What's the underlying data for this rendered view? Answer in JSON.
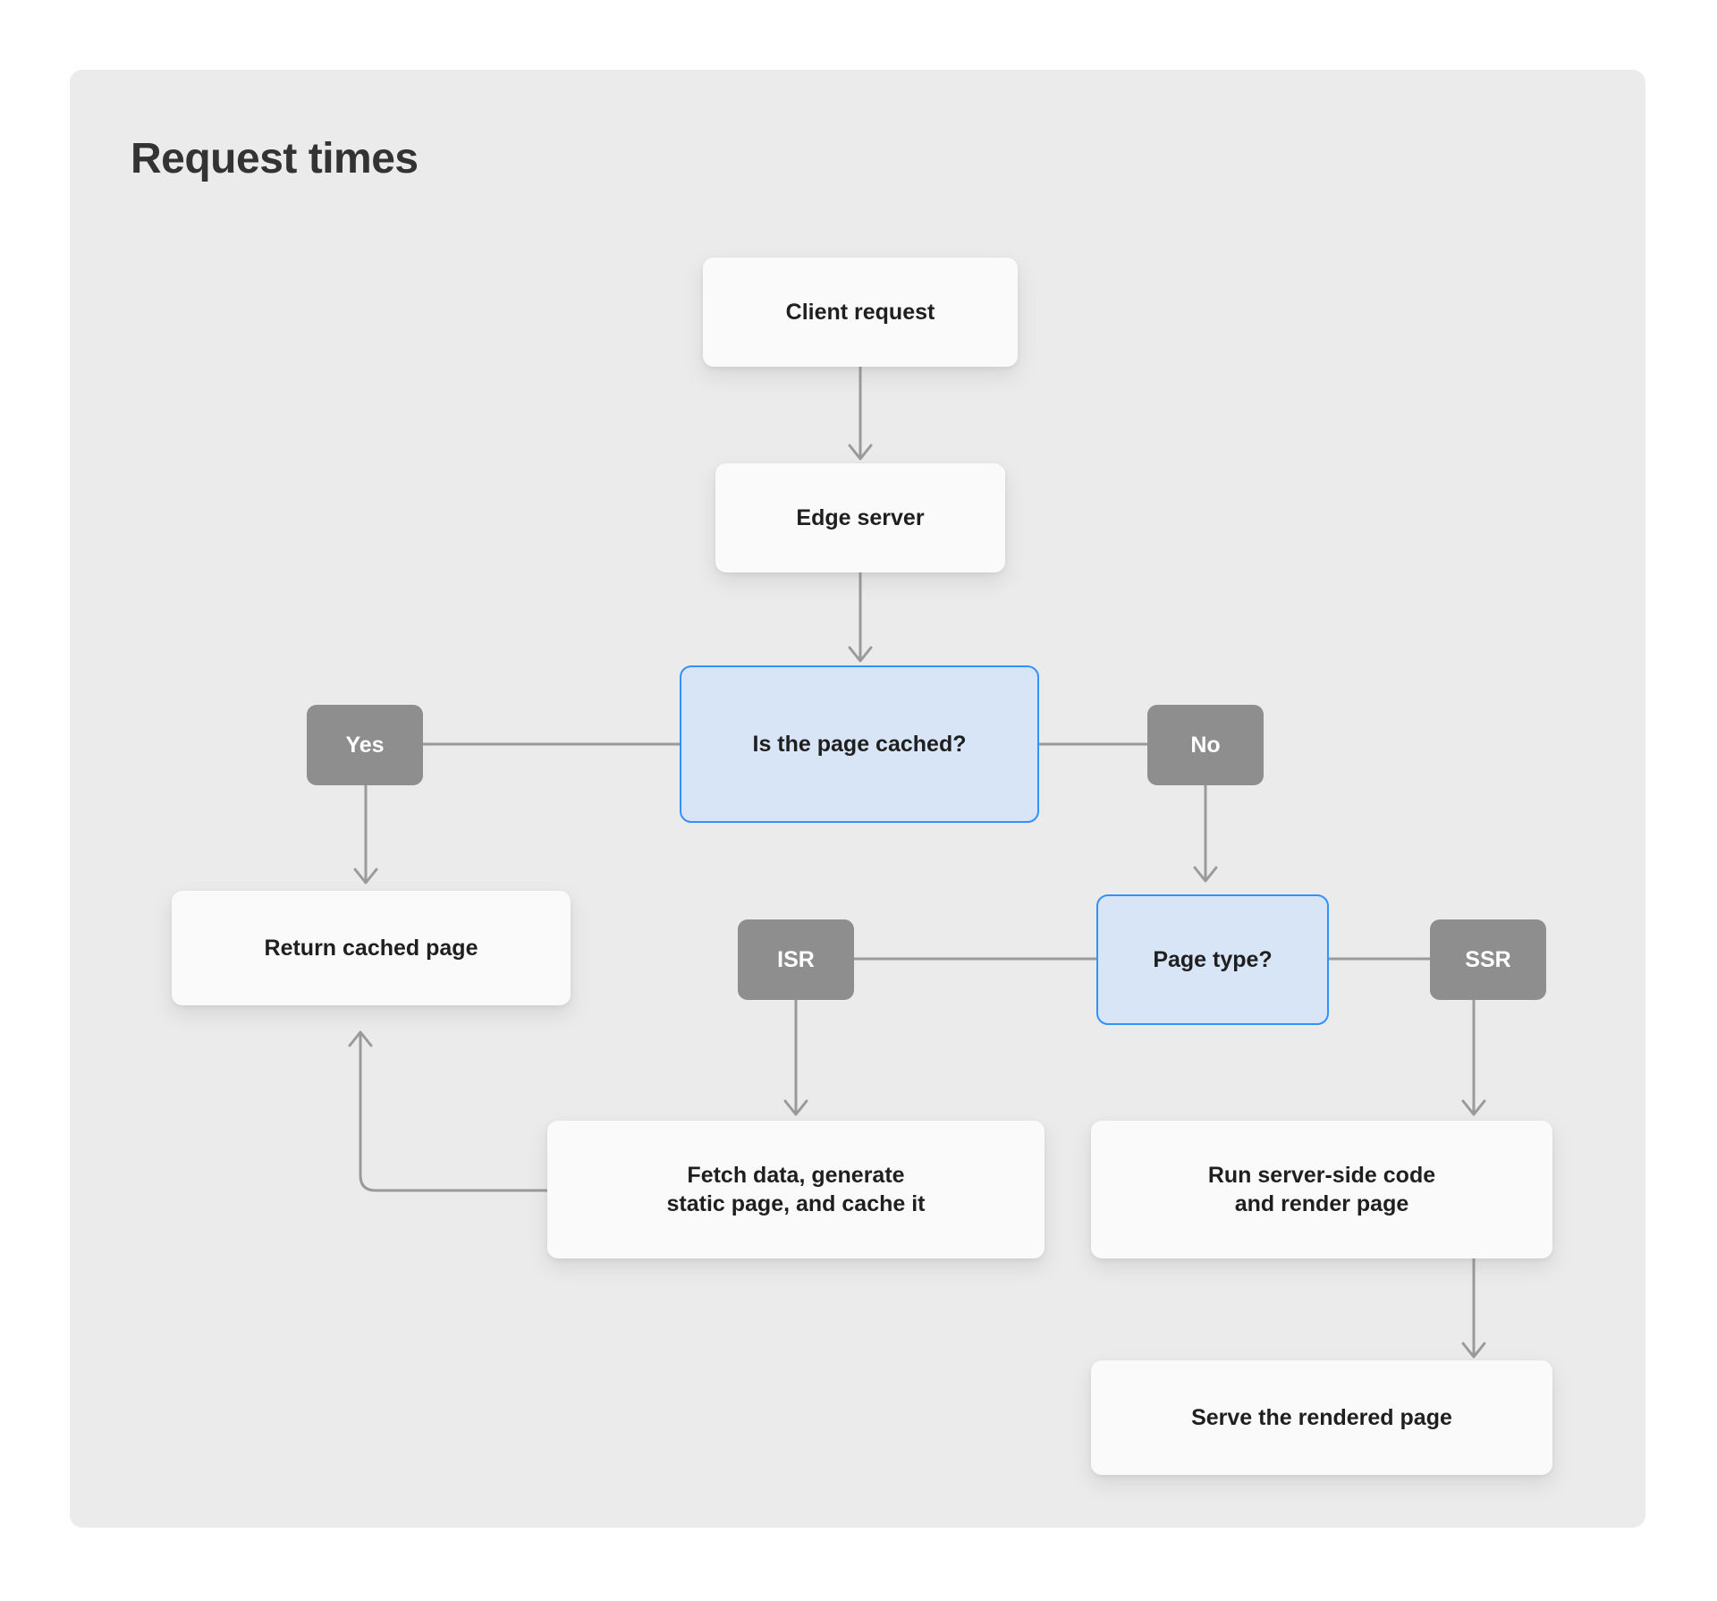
{
  "diagram": {
    "title": "Request times",
    "type": "flowchart",
    "colors": {
      "page_background": "#ffffff",
      "panel_background": "#ebebeb",
      "process_node_background": "#fafafa",
      "decision_node_background": "#d7e5f6",
      "decision_node_border": "#3291ff",
      "label_chip_background": "#8e8e8e",
      "label_chip_text": "#ffffff",
      "node_text": "#1f1f1f",
      "title_text": "#333333",
      "connector": "#9a9a9a"
    },
    "nodes": [
      {
        "id": "client-request",
        "label": "Client request",
        "lines": [
          "Client request"
        ],
        "kind": "process"
      },
      {
        "id": "edge-server",
        "label": "Edge server",
        "lines": [
          "Edge server"
        ],
        "kind": "process"
      },
      {
        "id": "is-page-cached",
        "label": "Is the page cached?",
        "lines": [
          "Is the page cached?"
        ],
        "kind": "decision"
      },
      {
        "id": "yes",
        "label": "Yes",
        "lines": [
          "Yes"
        ],
        "kind": "label-chip"
      },
      {
        "id": "no",
        "label": "No",
        "lines": [
          "No"
        ],
        "kind": "label-chip"
      },
      {
        "id": "return-cached",
        "label": "Return cached page",
        "lines": [
          "Return cached page"
        ],
        "kind": "process"
      },
      {
        "id": "isr",
        "label": "ISR",
        "lines": [
          "ISR"
        ],
        "kind": "label-chip"
      },
      {
        "id": "page-type",
        "label": "Page type?",
        "lines": [
          "Page type?"
        ],
        "kind": "decision"
      },
      {
        "id": "ssr",
        "label": "SSR",
        "lines": [
          "SSR"
        ],
        "kind": "label-chip"
      },
      {
        "id": "fetch-generate",
        "label": "Fetch data, generate static page, and cache it",
        "lines": [
          "Fetch data, generate",
          "static page, and cache it"
        ],
        "kind": "process"
      },
      {
        "id": "run-server-code",
        "label": "Run server-side code and render page",
        "lines": [
          "Run server-side code",
          "and render page"
        ],
        "kind": "process"
      },
      {
        "id": "serve-rendered",
        "label": "Serve the rendered page",
        "lines": [
          "Serve the rendered page"
        ],
        "kind": "process"
      }
    ],
    "edges": [
      {
        "from": "client-request",
        "to": "edge-server",
        "style": "arrow-down"
      },
      {
        "from": "edge-server",
        "to": "is-page-cached",
        "style": "arrow-down"
      },
      {
        "from": "is-page-cached",
        "to": "yes",
        "style": "line-left"
      },
      {
        "from": "is-page-cached",
        "to": "no",
        "style": "line-right"
      },
      {
        "from": "yes",
        "to": "return-cached",
        "style": "arrow-down"
      },
      {
        "from": "no",
        "to": "page-type",
        "style": "arrow-down"
      },
      {
        "from": "page-type",
        "to": "isr",
        "style": "line-left"
      },
      {
        "from": "page-type",
        "to": "ssr",
        "style": "line-right"
      },
      {
        "from": "isr",
        "to": "fetch-generate",
        "style": "arrow-down"
      },
      {
        "from": "ssr",
        "to": "run-server-code",
        "style": "arrow-down"
      },
      {
        "from": "run-server-code",
        "to": "serve-rendered",
        "style": "arrow-down"
      },
      {
        "from": "fetch-generate",
        "to": "return-cached",
        "style": "elbow-arrow-up"
      }
    ]
  },
  "labels": {
    "client_request": "Client request",
    "edge_server": "Edge server",
    "is_page_cached": "Is the page cached?",
    "yes": "Yes",
    "no": "No",
    "return_cached_page": "Return cached page",
    "isr": "ISR",
    "page_type": "Page type?",
    "ssr": "SSR",
    "fetch_line1": "Fetch data, generate",
    "fetch_line2": "static page, and cache it",
    "run_line1": "Run server-side code",
    "run_line2": "and render page",
    "serve_rendered_page": "Serve the rendered page"
  }
}
